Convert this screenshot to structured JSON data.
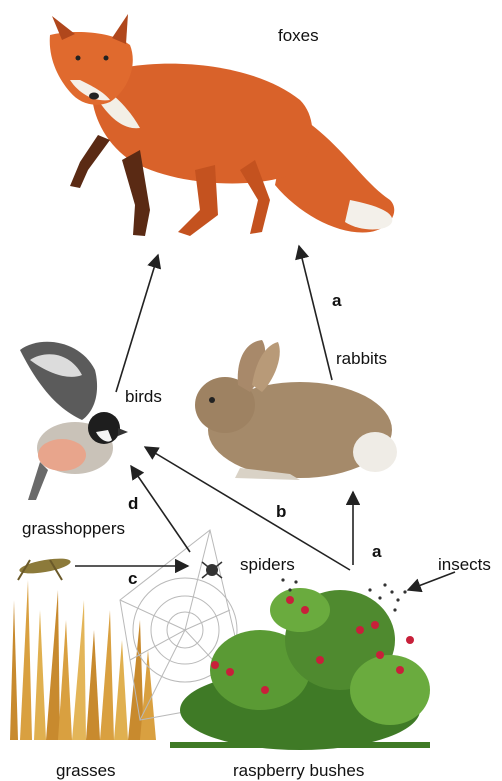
{
  "diagram": {
    "organisms": {
      "foxes": "foxes",
      "rabbits": "rabbits",
      "birds": "birds",
      "grasshoppers": "grasshoppers",
      "spiders": "spiders",
      "insects": "insects",
      "grasses": "grasses",
      "raspberry_bushes": "raspberry bushes"
    },
    "arrow_tags": {
      "rabbits_to_foxes": "a",
      "bushes_to_rabbits": "a",
      "insects_to_birds": "b",
      "grasshoppers_to_spiders": "c",
      "spiders_to_birds": "d"
    },
    "colors": {
      "fox": "#d9622a",
      "rabbit": "#a58a6a",
      "grass": "#d9a040",
      "bush_leaf": "#4f8a2f",
      "berry": "#c8203a",
      "arrow": "#222222"
    }
  }
}
